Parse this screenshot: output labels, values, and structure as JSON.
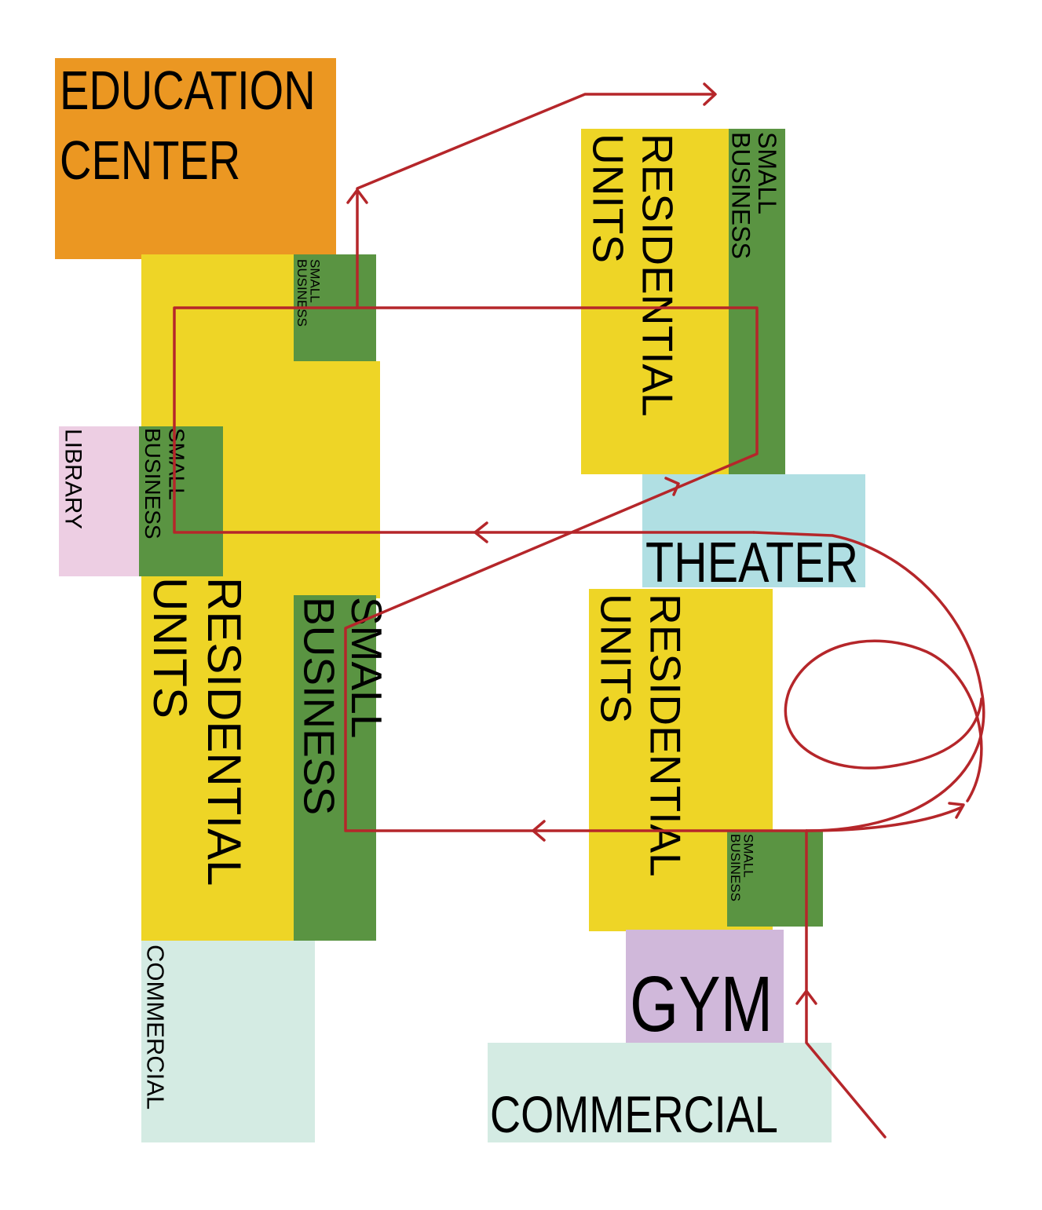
{
  "colors": {
    "education": "#EB9722",
    "residential": "#EED526",
    "small_business": "#5A9442",
    "library": "#EDCEE3",
    "commercial": "#D4EBE3",
    "theater": "#B0DFE3",
    "gym": "#D0B8DA",
    "path": "#B5262A"
  },
  "blocks": {
    "education_center": {
      "line1": "EDUCATION",
      "line2": "CENTER"
    },
    "small_business_upper_left": {
      "line1": "SMALL",
      "line2": "BUSINESS"
    },
    "library": {
      "label": "LIBRARY"
    },
    "small_business_mid_left": {
      "line1": "SMALL",
      "line2": "BUSINESS"
    },
    "residential_left": {
      "line1": "RESIDENTIAL",
      "line2": "UNITS"
    },
    "small_business_lower_left": {
      "line1": "SMALL",
      "line2": "BUSINESS"
    },
    "commercial_left": {
      "label": "COMMERCIAL"
    },
    "residential_upper_right": {
      "line1": "RESIDENTIAL",
      "line2": "UNITS"
    },
    "small_business_upper_right": {
      "line1": "SMALL",
      "line2": "BUSINESS"
    },
    "theater": {
      "label": "THEATER"
    },
    "residential_lower_right": {
      "line1": "RESIDENTIAL",
      "line2": "UNITS"
    },
    "small_business_lower_right": {
      "line1": "SMALL",
      "line2": "BUSINESS"
    },
    "gym": {
      "label": "GYM"
    },
    "commercial_right": {
      "label": "COMMERCIAL"
    }
  }
}
